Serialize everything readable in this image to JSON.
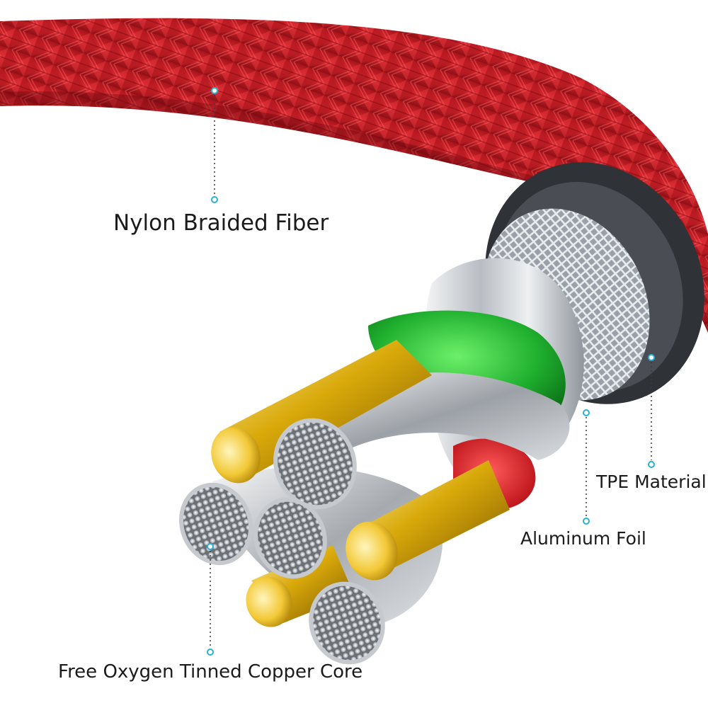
{
  "labels": {
    "nylon": "Nylon Braided Fiber",
    "tpe": "TPE Material",
    "foil": "Aluminum Foil",
    "copper": "Free Oxygen Tinned Copper Core"
  },
  "colors": {
    "braid": "#c41e26",
    "braid_dark": "#7d0e14",
    "jacket": "#2f3236",
    "foil": "#c7cbd0",
    "green_wire": "#1fae2e",
    "red_wire": "#e0131b",
    "gold_wire": "#d9a90a",
    "callout": "#2bb0d4"
  }
}
